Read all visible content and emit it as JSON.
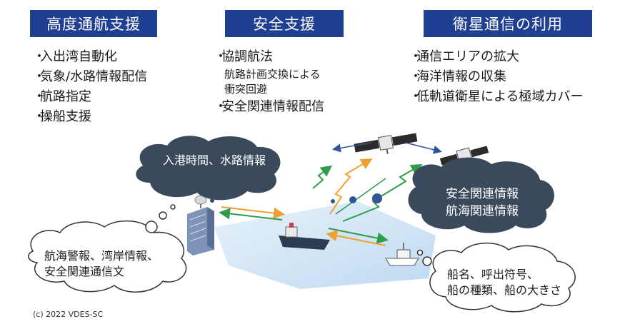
{
  "columns": [
    {
      "header": "高度通航支援",
      "items": [
        {
          "text": "入出湾自動化"
        },
        {
          "text": "気象/水路情報配信"
        },
        {
          "text": "航路指定"
        },
        {
          "text": "操船支援"
        }
      ]
    },
    {
      "header": "安全支援",
      "items": [
        {
          "text": "協調航法"
        },
        {
          "text": "航路計画交換による"
        },
        {
          "text": "衝突回避"
        },
        {
          "text": "安全関連情報配信"
        }
      ]
    },
    {
      "header": "衛星通信の利用",
      "items": [
        {
          "text": "通信エリアの拡大"
        },
        {
          "text": "海洋情報の収集"
        },
        {
          "text": "低軌道衛星による極域カバー"
        }
      ]
    }
  ],
  "bullet": "・",
  "clouds": {
    "port_info": "入港時間、水路情報",
    "safety_info": [
      "安全関連情報",
      "航海関連情報"
    ],
    "shore_info": [
      "航海警報、湾岸情報、",
      "安全関連通信文"
    ],
    "ship_info": [
      "船名、呼出符号、",
      "船の種類、船の大きさ"
    ]
  },
  "copyright": "(c) 2022 VDES-SC",
  "colors": {
    "header_bg": "#1f3f93",
    "dark_cloud": "#3a4a5c",
    "arrow_orange": "#f0a030",
    "arrow_green": "#2e9e4a",
    "arrow_blue": "#2f5597",
    "sea": "#cfe4f5"
  }
}
